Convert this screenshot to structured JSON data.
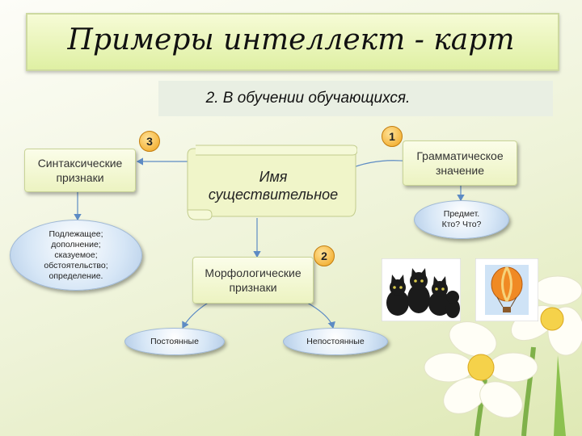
{
  "title": "Примеры интеллект - карт",
  "subtitle": "2. В обучении обучающихся.",
  "nodes": {
    "center": "Имя существительное",
    "syntax": "Синтаксические признаки",
    "syntax_list": "Подлежащее; дополнение; сказуемое; обстоятельство; определение.",
    "grammar": "Грамматическое значение",
    "object": "Предмет. Кто? Что?",
    "morph": "Морфологические признаки",
    "constant": "Постоянные",
    "variable": "Непостоянные"
  },
  "badges": [
    "1",
    "2",
    "3"
  ],
  "colors": {
    "accent": "#f0a319",
    "box": "#ecf3c1",
    "oval": "#d6e6f6",
    "line": "#5d8bc4"
  }
}
